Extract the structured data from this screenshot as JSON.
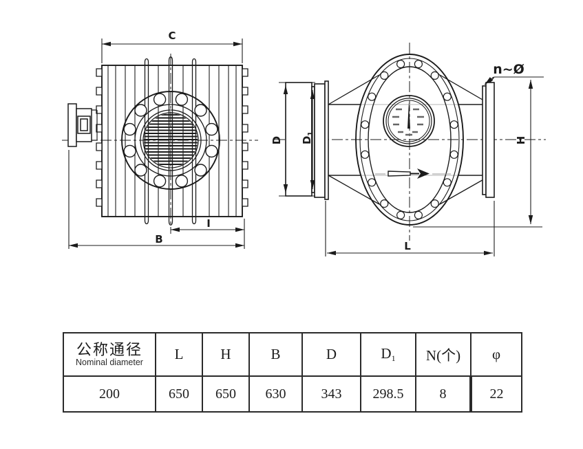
{
  "drawing": {
    "dims": {
      "c": "C",
      "i": "I",
      "b": "B",
      "d": "D",
      "d1_main": "D",
      "d1_sub": "1",
      "h": "H",
      "l": "L",
      "n_phi": "n~Ø"
    }
  },
  "table": {
    "headers": {
      "col1_zh": "公称通径",
      "col1_en": "Nominal diameter",
      "l": "L",
      "h": "H",
      "b": "B",
      "d": "D",
      "d1_main": "D",
      "d1_sub": "1",
      "n": "N(个)",
      "phi": "φ"
    },
    "row": {
      "nominal": "200",
      "l": "650",
      "h": "650",
      "b": "630",
      "d": "343",
      "d1": "298.5",
      "n": "8",
      "phi": "22"
    }
  },
  "colors": {
    "ink": "#1b1b1b",
    "paper": "#ffffff"
  }
}
